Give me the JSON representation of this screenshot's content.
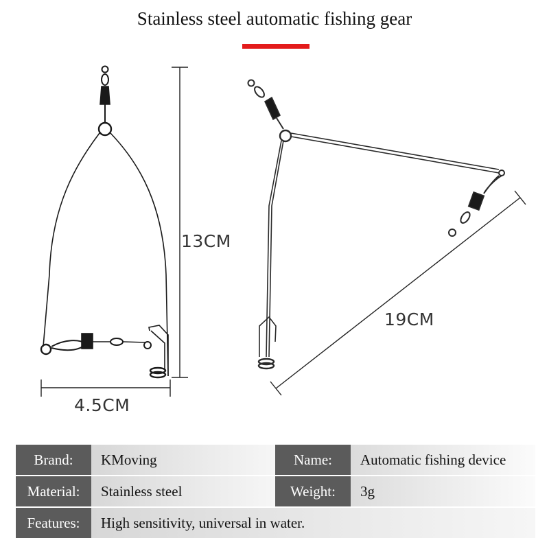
{
  "title": "Stainless steel automatic fishing gear",
  "colors": {
    "accent_bar": "#e31b1b",
    "label_bg": "#5b5b5b"
  },
  "dimensions": {
    "height": "13CM",
    "width": "4.5CM",
    "length": "19CM"
  },
  "specs": {
    "brand_label": "Brand:",
    "brand_value": "KMoving",
    "name_label": "Name:",
    "name_value": "Automatic fishing device",
    "material_label": "Material:",
    "material_value": "Stainless steel",
    "weight_label": "Weight:",
    "weight_value": "3g",
    "features_label": "Features:",
    "features_value": "High sensitivity, universal in water."
  }
}
